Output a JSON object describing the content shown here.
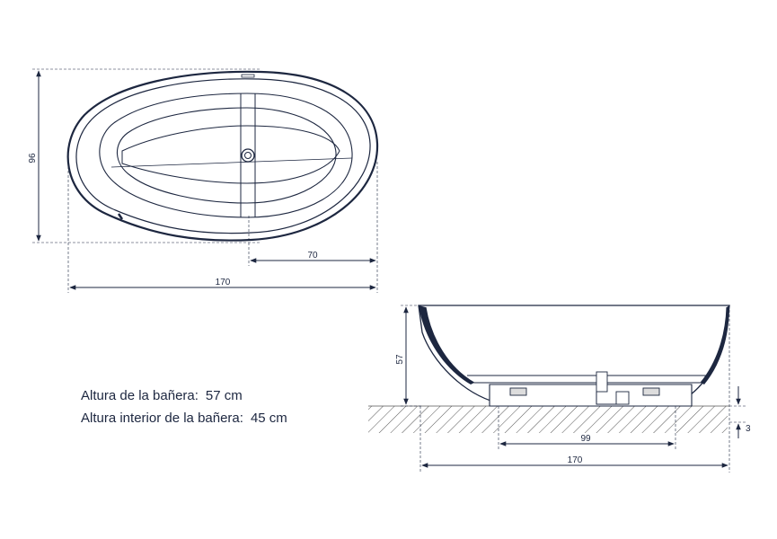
{
  "top_view": {
    "dimensions": {
      "height": "96",
      "half_length": "70",
      "length": "170"
    }
  },
  "side_view": {
    "dimensions": {
      "height": "57",
      "feet_spacing": "99",
      "length": "170",
      "floor_gap": "3"
    }
  },
  "specs": [
    {
      "label": "Altura de la bañera:",
      "value": "57 cm"
    },
    {
      "label": "Altura interior de la bañera:",
      "value": "45 cm"
    }
  ],
  "colors": {
    "line": "#1d2740",
    "hatch": "#555555",
    "fill": "#ffffff"
  }
}
